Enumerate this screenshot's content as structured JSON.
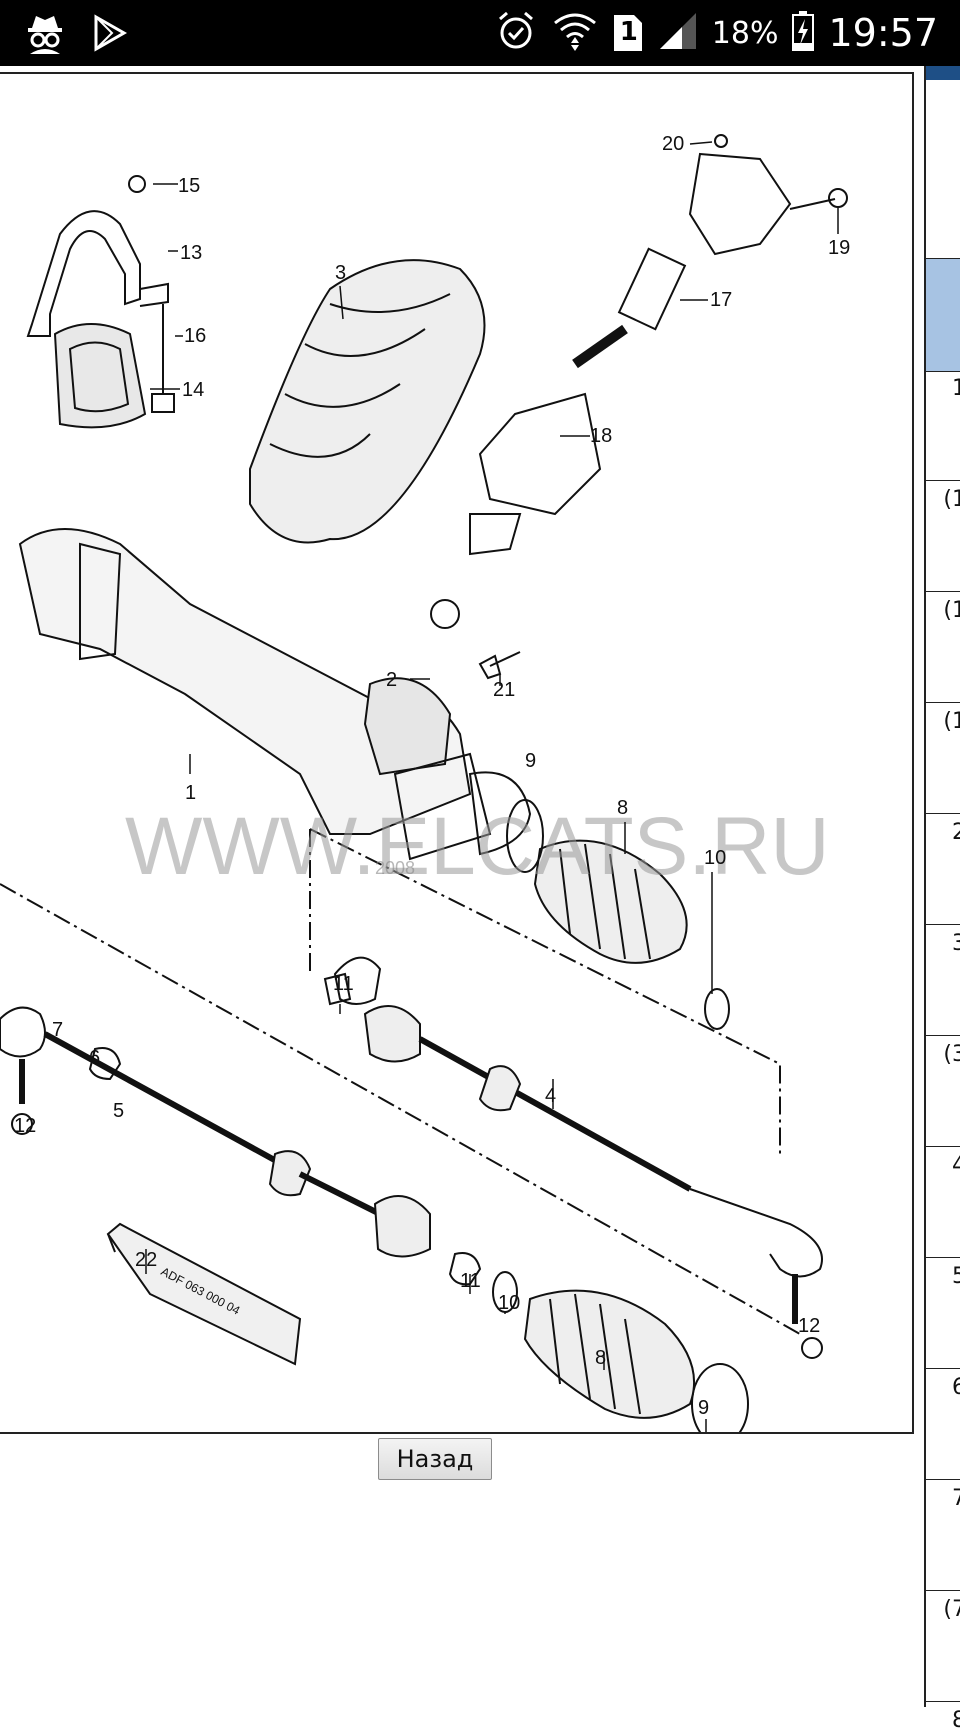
{
  "status_bar": {
    "icons": [
      "incognito-icon",
      "play-store-icon",
      "alarm-icon",
      "wifi-icon",
      "sim-icon",
      "signal-icon",
      "battery-charging-icon"
    ],
    "sim_slot": "1",
    "battery": "18%",
    "time": "19:57"
  },
  "diagram": {
    "watermark": "WWW.ELCATS.RU",
    "watermark_small": "2008",
    "tube_label": "ADF 063 000 04",
    "callouts": [
      "1",
      "2",
      "3",
      "4",
      "5",
      "6",
      "7",
      "8",
      "8",
      "9",
      "9",
      "10",
      "10",
      "11",
      "11",
      "12",
      "12",
      "13",
      "14",
      "15",
      "16",
      "17",
      "18",
      "19",
      "20",
      "21",
      "22"
    ]
  },
  "back_button": {
    "label": "Назад"
  },
  "right_table": {
    "rows": [
      "1",
      "(1",
      "(1",
      "(1",
      "2",
      "3",
      "(3",
      "4",
      "5",
      "6",
      "7",
      "(7",
      "8"
    ]
  }
}
